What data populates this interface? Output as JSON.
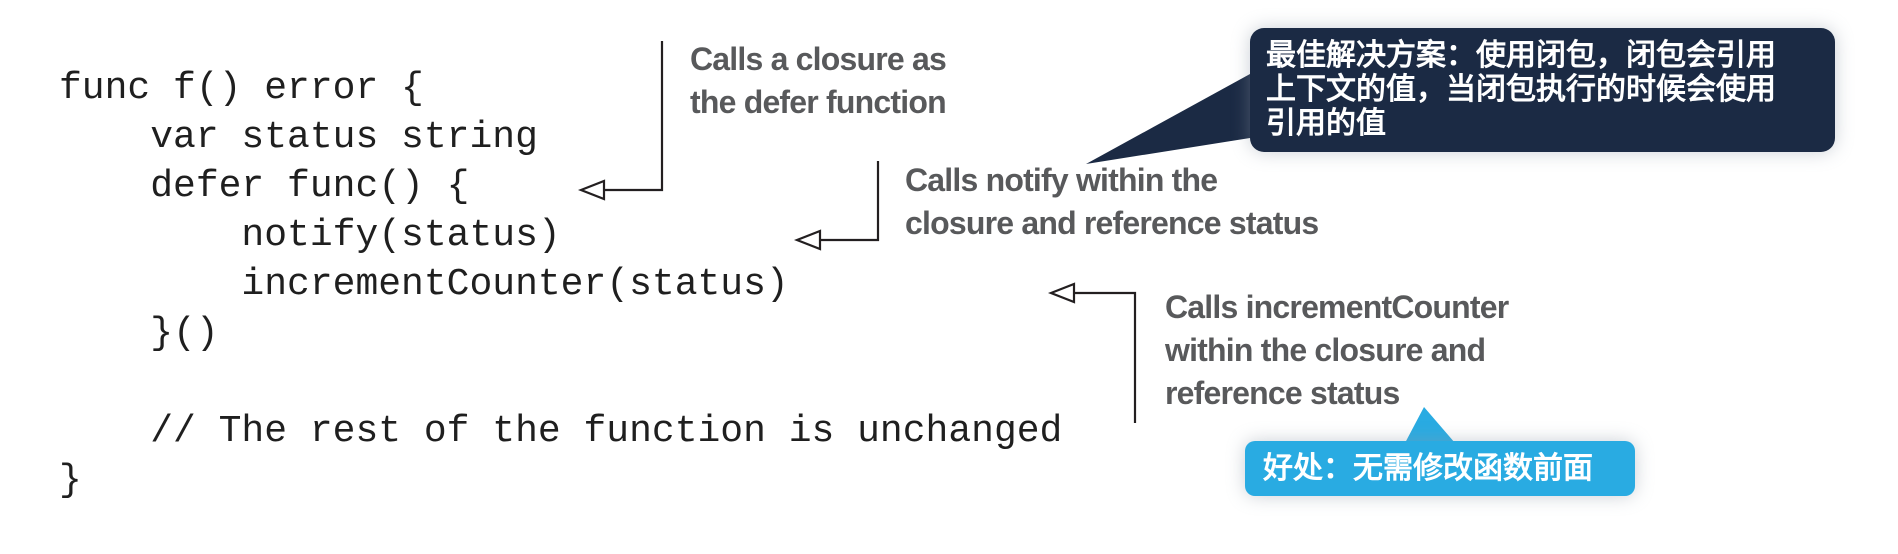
{
  "colors": {
    "background": "#ffffff",
    "code_text": "#1f1f1f",
    "annotation_text": "#58595b",
    "arrow_stroke": "#231f20",
    "navy_callout_bg": "#1b2a44",
    "navy_callout_text": "#ffffff",
    "blue_callout_bg": "#29abe2",
    "blue_callout_text": "#ffffff"
  },
  "code": {
    "language": "go",
    "lines": [
      "func f() error {",
      "    var status string",
      "    defer func() {",
      "        notify(status)",
      "        incrementCounter(status)",
      "    }()",
      "",
      "    // The rest of the function is unchanged",
      "}"
    ]
  },
  "annotations": {
    "defer_closure": {
      "line1": "Calls a closure as",
      "line2": "the defer function"
    },
    "notify": {
      "line1": "Calls notify within the",
      "line2": "closure and reference status"
    },
    "increment": {
      "line1": "Calls incrementCounter",
      "line2": "within the closure and",
      "line3": "reference status"
    }
  },
  "navy_callout": {
    "line1": "最佳解决方案：使用闭包，闭包会引用",
    "line2": "上下文的值，当闭包执行的时候会使用",
    "line3": "引用的值"
  },
  "blue_callout": {
    "text": "好处：无需修改函数前面"
  }
}
